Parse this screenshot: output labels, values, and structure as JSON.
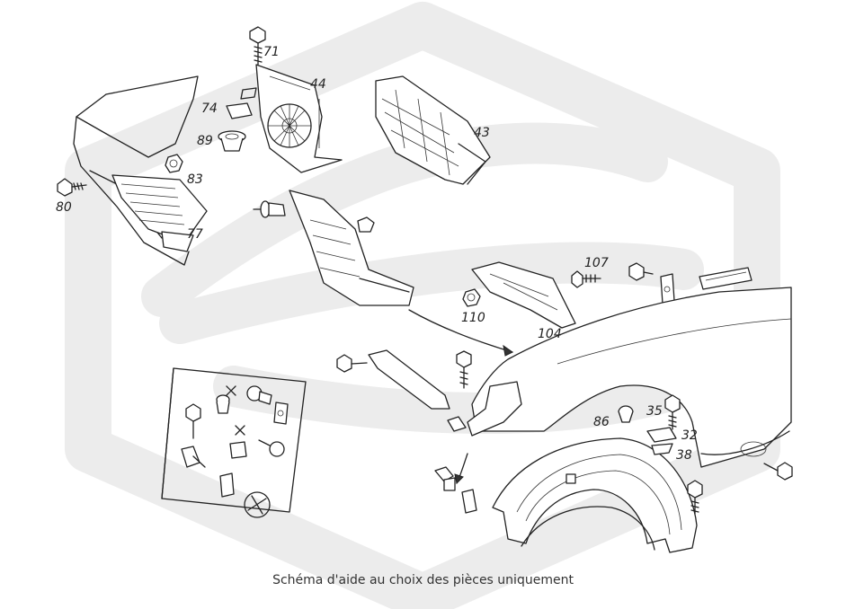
{
  "caption": "Schéma d'aide au choix des pièces uniquement",
  "callouts": {
    "p71": "71",
    "p44": "44",
    "p74": "74",
    "p89": "89",
    "p43": "43",
    "p83": "83",
    "p80": "80",
    "p77": "77",
    "p107": "107",
    "p110": "110",
    "p104": "104",
    "p86": "86",
    "p35": "35",
    "p32": "32",
    "p38": "38"
  },
  "colors": {
    "line": "#222222",
    "watermark": "#ececec",
    "background": "#ffffff"
  }
}
